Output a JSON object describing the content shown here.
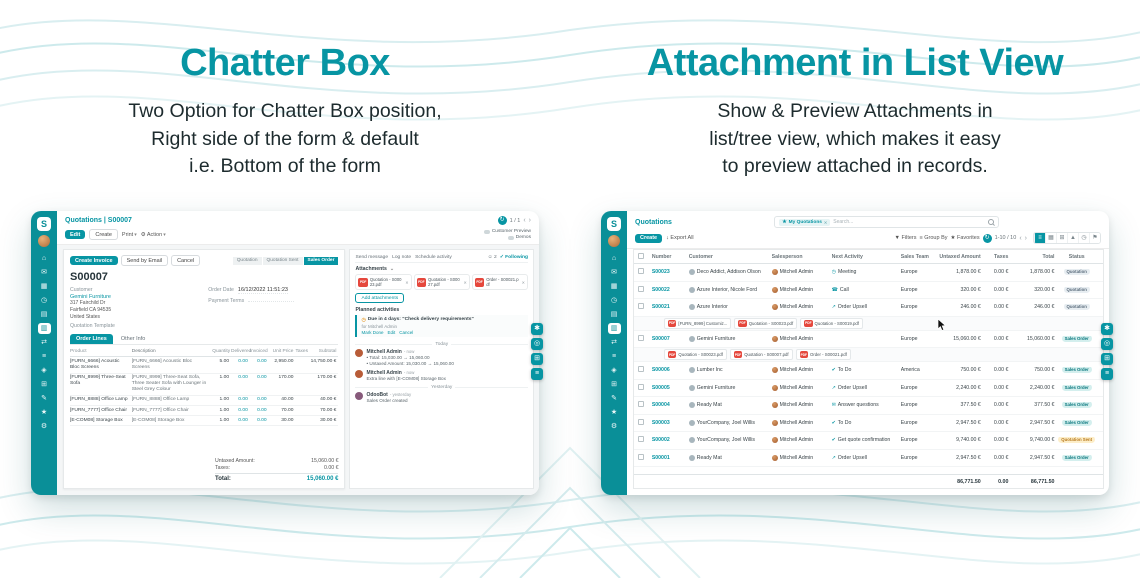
{
  "colors": {
    "accent": "#0795a3",
    "sbteal": "#0a8f98",
    "red": "#e5483d",
    "amber": "#e9a23b"
  },
  "left_feature": {
    "title": "Chatter Box",
    "subtitle_lines": [
      "Two Option for Chatter Box position,",
      "Right side of the form & default",
      "i.e. Bottom of the form"
    ]
  },
  "right_feature": {
    "title": "Attachment in List View",
    "subtitle_lines": [
      "Show & Preview Attachments in",
      "list/tree view, which makes it easy",
      "to preview attached in records."
    ]
  },
  "sidebar_icons": [
    {
      "name": "home",
      "glyph": "⌂"
    },
    {
      "name": "discuss",
      "glyph": "✉"
    },
    {
      "name": "calendar",
      "glyph": "▦"
    },
    {
      "name": "activities",
      "glyph": "◷"
    },
    {
      "name": "notes",
      "glyph": "▤"
    },
    {
      "name": "sales",
      "glyph": "▥",
      "active": true
    },
    {
      "name": "transfers",
      "glyph": "⇄"
    },
    {
      "name": "list",
      "glyph": "≡"
    },
    {
      "name": "crm",
      "glyph": "◈"
    },
    {
      "name": "apps",
      "glyph": "⊞"
    },
    {
      "name": "studio",
      "glyph": "✎"
    },
    {
      "name": "favorites",
      "glyph": "★"
    },
    {
      "name": "settings",
      "glyph": "⚙"
    }
  ],
  "side_rail": [
    {
      "name": "sparkle",
      "glyph": "✱"
    },
    {
      "name": "search",
      "glyph": "◎"
    },
    {
      "name": "apps-grid",
      "glyph": "⊞"
    },
    {
      "name": "menu",
      "glyph": "≡"
    }
  ],
  "form_app": {
    "breadcrumb": "Quotations | S00007",
    "pager": "1 / 1",
    "toolbar": {
      "edit": "Edit",
      "create": "Create",
      "print": "Print",
      "action": "Action",
      "customer_preview": "Customer Preview",
      "demos": "Demos"
    },
    "buttons": {
      "create_invoice": "Create Invoice",
      "send_by_email": "Send by Email",
      "cancel": "Cancel"
    },
    "statusbar": [
      "Quotation",
      "Quotation Sent",
      "Sales Order"
    ],
    "record": {
      "name": "S00007",
      "customer_label": "Customer",
      "customer": "Gemini Furniture",
      "address_lines": [
        "317 Fairchild Dr",
        "Fairfield CA 94535",
        "United States"
      ],
      "order_date_label": "Order Date",
      "order_date": "16/12/2022 11:51:23",
      "payment_terms_label": "Payment Terms",
      "payment_terms": "",
      "quotation_template_label": "Quotation Template"
    },
    "tabs": [
      "Order Lines",
      "Other Info"
    ],
    "table": {
      "headers": [
        "Product",
        "Description",
        "Quantity",
        "Delivered",
        "Invoiced",
        "Unit Price",
        "Taxes",
        "Subtotal"
      ],
      "rows": [
        {
          "product": "[FURN_6666] Acoustic Bloc Screens",
          "description": "[FURN_6666] Acoustic Bloc Screens",
          "quantity": "5.00",
          "delivered": "0.00",
          "invoiced": "0.00",
          "unit_price": "2,950.00",
          "taxes": "",
          "subtotal": "14,750.00 €"
        },
        {
          "product": "[FURN_8999] Three-Seat Sofa",
          "description": "[FURN_8999] Three-Seat Sofa, Three Seater Sofa with Lounger in Steel Grey Colour",
          "quantity": "1.00",
          "delivered": "0.00",
          "invoiced": "0.00",
          "unit_price": "170.00",
          "taxes": "",
          "subtotal": "170.00 €"
        },
        {
          "product": "[FURN_8888] Office Lamp",
          "description": "[FURN_8888] Office Lamp",
          "quantity": "1.00",
          "delivered": "0.00",
          "invoiced": "0.00",
          "unit_price": "40.00",
          "taxes": "",
          "subtotal": "40.00 €"
        },
        {
          "product": "[FURN_7777] Office Chair",
          "description": "[FURN_7777] Office Chair",
          "quantity": "1.00",
          "delivered": "0.00",
          "invoiced": "0.00",
          "unit_price": "70.00",
          "taxes": "",
          "subtotal": "70.00 €"
        },
        {
          "product": "[E-COM08] Storage Box",
          "description": "[E-COM08] Storage Box",
          "quantity": "1.00",
          "delivered": "0.00",
          "invoiced": "0.00",
          "unit_price": "30.00",
          "taxes": "",
          "subtotal": "30.00 €"
        }
      ]
    },
    "totals": {
      "untaxed_label": "Untaxed Amount:",
      "untaxed": "15,060.00 €",
      "taxes_label": "Taxes:",
      "taxes": "0.00 €",
      "total_label": "Total:",
      "total": "15,060.00 €"
    },
    "chatter": {
      "actions": [
        "Send message",
        "Log note",
        "Schedule activity"
      ],
      "followers": "2",
      "following": "Following",
      "attachments_label": "Attachments",
      "attachments": [
        "Quotation - S00023.pdf",
        "Quotation - S00027.pdf",
        "Order - S00021.pdf"
      ],
      "add_attachments": "Add attachments",
      "planned_label": "Planned activities",
      "activity": {
        "title": "Due in 4 days: \"Check delivery requirements\"",
        "sub": "for Mitchell Admin",
        "actions": [
          "Mark Done",
          "Edit",
          "Cancel"
        ]
      },
      "messages": [
        {
          "group": "Today",
          "author": "Mitchell Admin",
          "time": "- now",
          "bullet": true,
          "color": "#b85c38",
          "lines": [
            "Total: 15,030.00 → 15,060.00",
            "Untaxed Amount: 15,030.00 → 15,060.00"
          ]
        },
        {
          "author": "Mitchell Admin",
          "time": "- now",
          "bullet": false,
          "color": "#b85c38",
          "lines": [
            "Extra line with [E-COM08] Storage Box"
          ]
        },
        {
          "group": "Yesterday",
          "author": "OdooBot",
          "time": "- yesterday",
          "bullet": false,
          "color": "#875a7b",
          "lines": [
            "Sales Order created"
          ]
        }
      ]
    }
  },
  "list_app": {
    "breadcrumb": "Quotations",
    "search": {
      "facet": "My Quotations",
      "placeholder": "Search..."
    },
    "toolbar": {
      "create": "Create",
      "export": "Export All",
      "filters": "Filters",
      "group_by": "Group By",
      "favorites": "Favorites",
      "pager": "1-10 / 10"
    },
    "views": [
      {
        "name": "list-view",
        "glyph": "≡",
        "active": true
      },
      {
        "name": "kanban-view",
        "glyph": "▦"
      },
      {
        "name": "pivot-view",
        "glyph": "⊞"
      },
      {
        "name": "graph-view",
        "glyph": "▲"
      },
      {
        "name": "activity-view",
        "glyph": "◷"
      },
      {
        "name": "map-view",
        "glyph": "⚑"
      }
    ],
    "headers": [
      "Number",
      "Customer",
      "Salesperson",
      "Next Activity",
      "Sales Team",
      "Untaxed Amount",
      "Taxes",
      "Total",
      "Status"
    ],
    "rows": [
      {
        "number": "S00023",
        "customer": "Deco Addict, Addison Olson",
        "salesperson": "Mitchell Admin",
        "icon": "◷",
        "activity": "Meeting",
        "team": "Europe",
        "untaxed": "1,878.00 €",
        "taxes": "0.00 €",
        "total": "1,878.00 €",
        "status": "Quotation"
      },
      {
        "number": "S00022",
        "customer": "Azure Interior, Nicole Ford",
        "salesperson": "Mitchell Admin",
        "icon": "☎",
        "activity": "Call",
        "team": "Europe",
        "untaxed": "320.00 €",
        "taxes": "0.00 €",
        "total": "320.00 €",
        "status": "Quotation"
      },
      {
        "number": "S00021",
        "customer": "Azure Interior",
        "salesperson": "Mitchell Admin",
        "icon": "↗",
        "activity": "Order Upsell",
        "team": "Europe",
        "untaxed": "246.00 €",
        "taxes": "0.00 €",
        "total": "246.00 €",
        "status": "Quotation",
        "attachments": [
          "[FURN_8999] Customiz...",
          "Quotation - S00023.pdf",
          "Quotation - S00019.pdf"
        ]
      },
      {
        "number": "S00007",
        "customer": "Gemini Furniture",
        "salesperson": "Mitchell Admin",
        "icon": "",
        "activity": "",
        "team": "Europe",
        "untaxed": "15,060.00 €",
        "taxes": "0.00 €",
        "total": "15,060.00 €",
        "status": "Sales Order",
        "attachments": [
          "Quotation - S00023.pdf",
          "Quotation - S00007.pdf",
          "Order - S00021.pdf"
        ]
      },
      {
        "number": "S00006",
        "customer": "Lumber Inc",
        "salesperson": "Mitchell Admin",
        "icon": "✔",
        "activity": "To Do",
        "team": "America",
        "untaxed": "750.00 €",
        "taxes": "0.00 €",
        "total": "750.00 €",
        "status": "Sales Order"
      },
      {
        "number": "S00005",
        "customer": "Gemini Furniture",
        "salesperson": "Mitchell Admin",
        "icon": "↗",
        "activity": "Order Upsell",
        "team": "Europe",
        "untaxed": "2,240.00 €",
        "taxes": "0.00 €",
        "total": "2,240.00 €",
        "status": "Sales Order"
      },
      {
        "number": "S00004",
        "customer": "Ready Mat",
        "salesperson": "Mitchell Admin",
        "icon": "✉",
        "activity": "Answer questions",
        "team": "Europe",
        "untaxed": "377.50 €",
        "taxes": "0.00 €",
        "total": "377.50 €",
        "status": "Sales Order"
      },
      {
        "number": "S00003",
        "customer": "YourCompany, Joel Willis",
        "salesperson": "Mitchell Admin",
        "icon": "✔",
        "activity": "To Do",
        "team": "Europe",
        "untaxed": "2,947.50 €",
        "taxes": "0.00 €",
        "total": "2,947.50 €",
        "status": "Sales Order"
      },
      {
        "number": "S00002",
        "customer": "YourCompany, Joel Willis",
        "salesperson": "Mitchell Admin",
        "icon": "✔",
        "activity": "Get quote confirmation",
        "team": "Europe",
        "untaxed": "9,740.00 €",
        "taxes": "0.00 €",
        "total": "9,740.00 €",
        "status": "Quotation Sent"
      },
      {
        "number": "S00001",
        "customer": "Ready Mat",
        "salesperson": "Mitchell Admin",
        "icon": "↗",
        "activity": "Order Upsell",
        "team": "Europe",
        "untaxed": "2,947.50 €",
        "taxes": "0.00 €",
        "total": "2,947.50 €",
        "status": "Sales Order"
      }
    ],
    "footer": {
      "untaxed": "86,771.50",
      "taxes": "0.00",
      "total": "86,771.50"
    }
  }
}
